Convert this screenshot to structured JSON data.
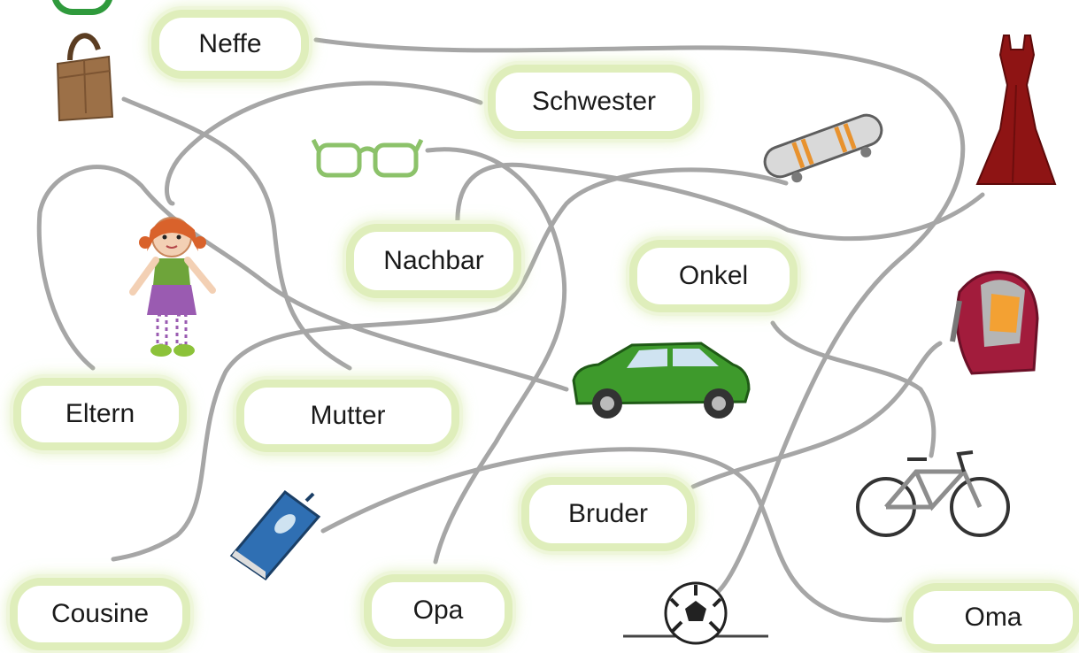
{
  "words": {
    "neffe": "Neffe",
    "schwester": "Schwester",
    "nachbar": "Nachbar",
    "onkel": "Onkel",
    "eltern": "Eltern",
    "mutter": "Mutter",
    "bruder": "Bruder",
    "cousine": "Cousine",
    "opa": "Opa",
    "oma": "Oma"
  },
  "pictures": [
    "handbag-icon",
    "glasses-icon",
    "skateboard-icon",
    "dress-icon",
    "doll-icon",
    "backpack-icon",
    "car-icon",
    "bicycle-icon",
    "book-icon",
    "ball-icon"
  ],
  "colors": {
    "line": "#a6a6a6",
    "label_glow": "#dfeebb",
    "badge": "#2f9a3c"
  }
}
